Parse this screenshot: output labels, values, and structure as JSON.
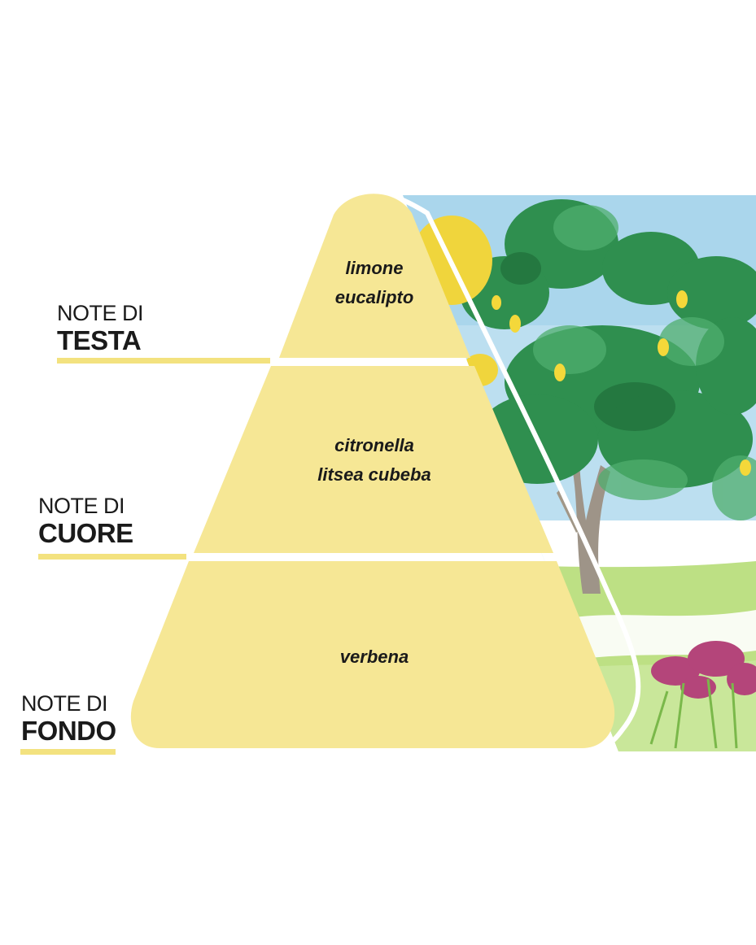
{
  "colors": {
    "tier_fill": "#f6e795",
    "underline": "#f3e27f",
    "sky": "#a9d5ec",
    "foliage": "#2f8f4f",
    "grass": "#b7dc7a",
    "flowers": "#b4457a",
    "lemon": "#f0d53c"
  },
  "tiers": [
    {
      "id": "top",
      "prefix": "NOTE DI",
      "name": "TESTA",
      "notes": [
        "limone",
        "eucalipto"
      ]
    },
    {
      "id": "heart",
      "prefix": "NOTE DI",
      "name": "CUORE",
      "notes": [
        "citronella",
        "litsea cubeba"
      ]
    },
    {
      "id": "base",
      "prefix": "NOTE DI",
      "name": "FONDO",
      "notes": [
        "verbena"
      ]
    }
  ],
  "illustration": {
    "icon": "watercolor-landscape-illustration"
  }
}
